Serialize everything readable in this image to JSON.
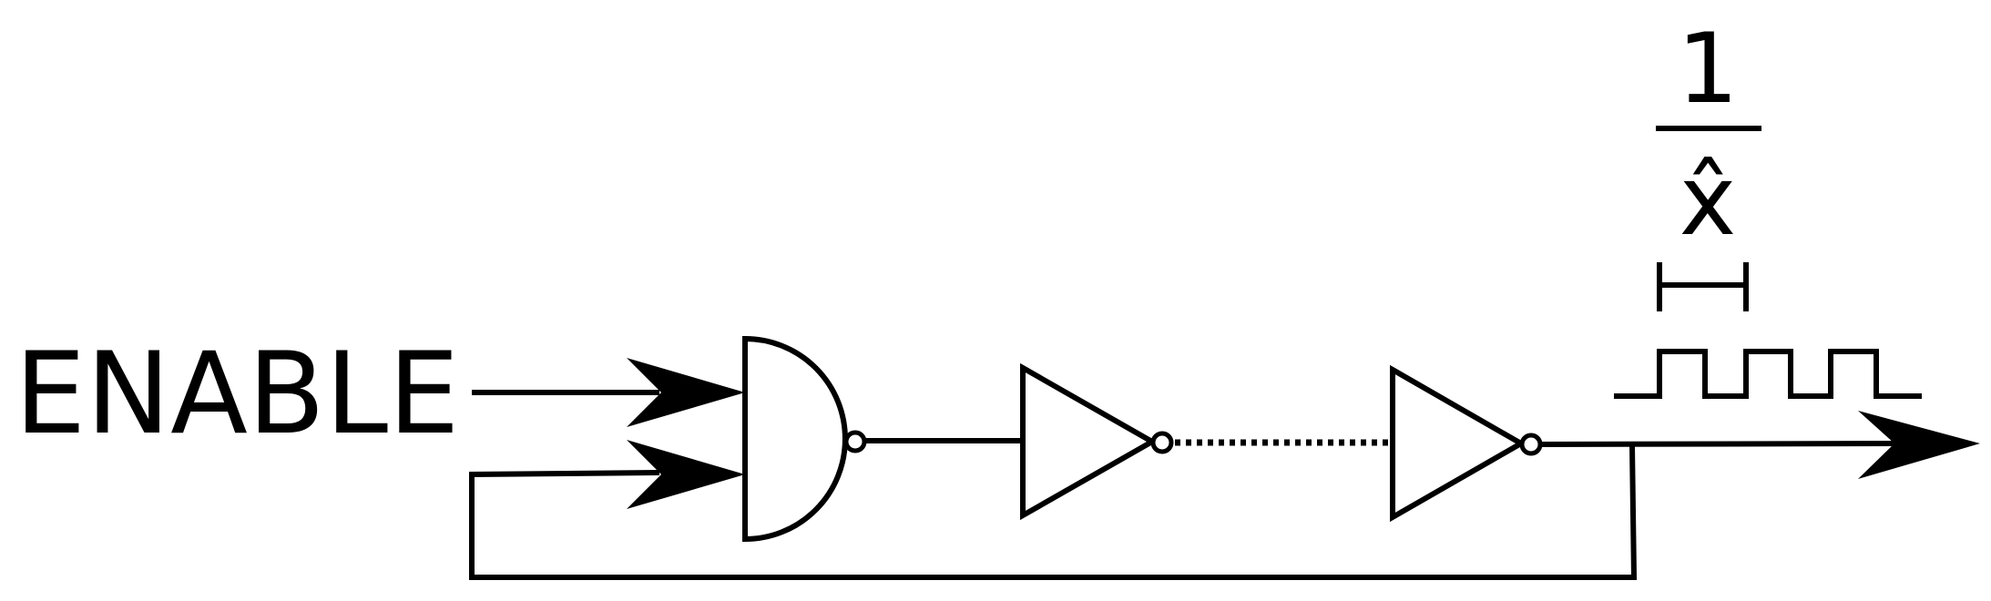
{
  "diagram": {
    "enable_label": "ENABLE",
    "frequency": {
      "numerator": "1",
      "denominator": "x̂"
    },
    "colors": {
      "stroke": "#000000",
      "background": "#ffffff"
    },
    "icons": [
      "nand-gate-icon",
      "inverter-icon",
      "arrow-icon",
      "square-wave-icon",
      "period-marker-icon"
    ]
  }
}
